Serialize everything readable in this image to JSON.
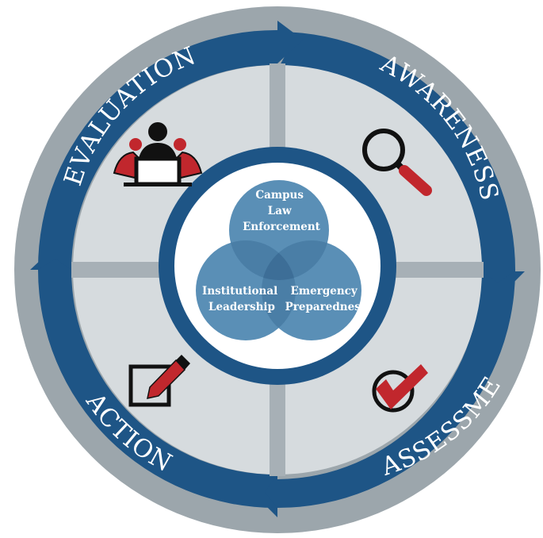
{
  "cycle": {
    "stages": [
      {
        "key": "awareness",
        "label": "AWARENESS"
      },
      {
        "key": "assessment",
        "label": "ASSESSMENT"
      },
      {
        "key": "action",
        "label": "ACTION"
      },
      {
        "key": "evaluation",
        "label": "EVALUATION"
      }
    ]
  },
  "venn": {
    "top": {
      "line1": "Campus",
      "line2": "Law",
      "line3": "Enforcement"
    },
    "left": {
      "line1": "Institutional",
      "line2": "Leadership"
    },
    "right": {
      "line1": "Emergency",
      "line2": "Preparedness"
    }
  },
  "icons": {
    "awareness": "magnifying-glass-icon",
    "assessment": "check-mark-icon",
    "action": "checkbox-pencil-icon",
    "evaluation": "meeting-people-icon"
  },
  "colors": {
    "navy": "#1e5586",
    "outer_ring": "#9ca6ac",
    "quadrant": "#d6dbde",
    "venn_blue": "#5a8fb6",
    "venn_dark": "#3d6e97",
    "icon_red": "#c1272d",
    "icon_black": "#111111",
    "text_white": "#ffffff"
  }
}
